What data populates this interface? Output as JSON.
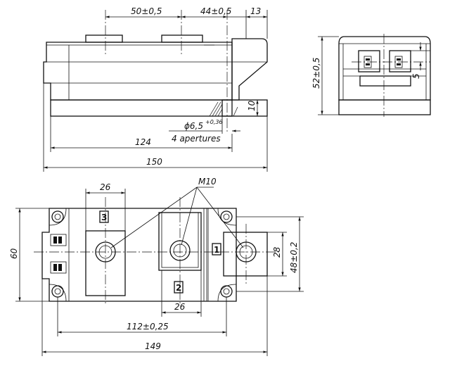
{
  "top_view": {
    "dim_top_1": "50±0,5",
    "dim_top_2": "44±0,5",
    "dim_top_3": "13",
    "dim_height": "10",
    "dim_hole": "ϕ6,5",
    "dim_hole_tol": "+0,36",
    "dim_apertures": "4 apertures",
    "dim_124": "124",
    "dim_150": "150"
  },
  "side_view": {
    "dim_height": "52±0,5",
    "dim_small": "5"
  },
  "bottom_view": {
    "dim_26_top": "26",
    "dim_m10": "M10",
    "dim_60": "60",
    "dim_28": "28",
    "dim_48": "48±0,2",
    "dim_26_bottom": "26",
    "dim_112": "112±0,25",
    "dim_149": "149",
    "terminal_3": "3",
    "terminal_2": "2",
    "terminal_1": "1"
  }
}
